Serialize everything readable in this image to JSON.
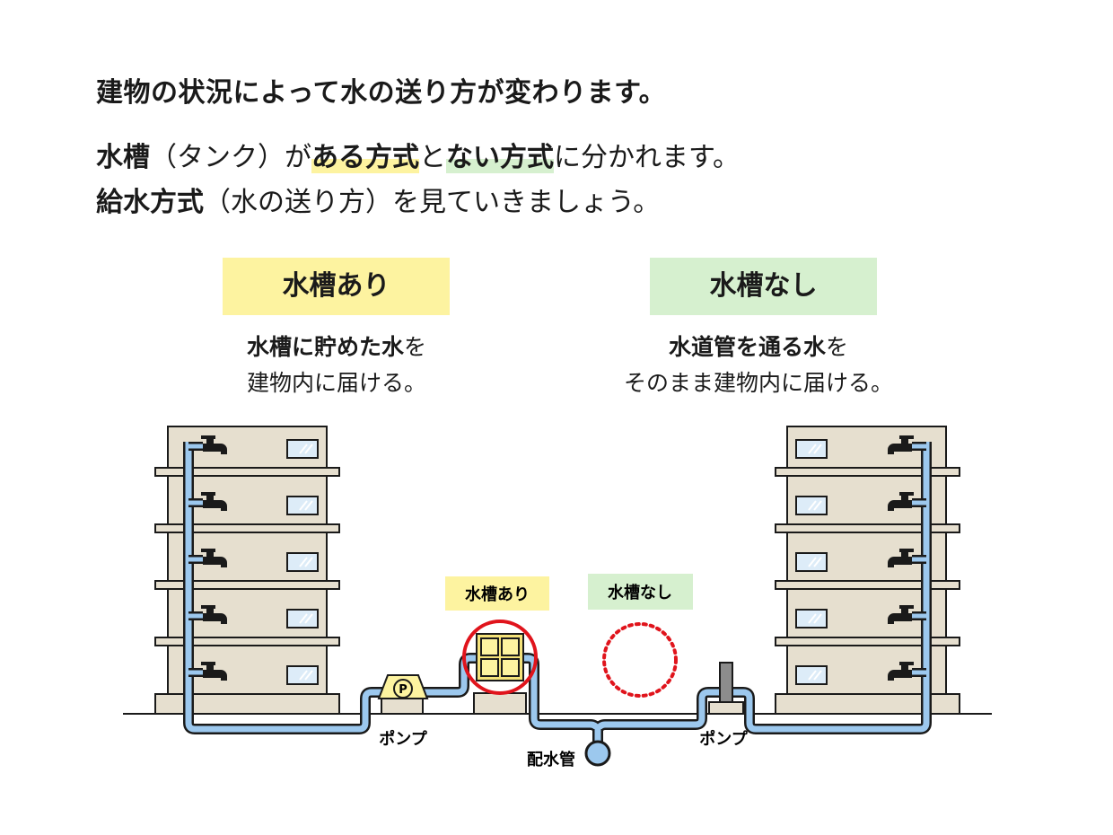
{
  "heading": "建物の状況によって水の送り方が変わります。",
  "intro": {
    "line1": {
      "p1": "水槽",
      "p2": "（タンク）が",
      "p3": "ある方式",
      "p4": "と",
      "p5": "ない方式",
      "p6": "に分かれます。"
    },
    "line2": {
      "p1": "給水方式",
      "p2": "（水の送り方）を見ていきましょう。"
    }
  },
  "with_tank": {
    "label": "水槽あり",
    "desc_bold": "水槽に貯めた水",
    "desc_rest": "を",
    "desc_line2": "建物内に届ける。"
  },
  "without_tank": {
    "label": "水槽なし",
    "desc_bold": "水道管を通る水",
    "desc_rest": "を",
    "desc_line2": "そのまま建物内に届ける。"
  },
  "diagram": {
    "tank_label": "水槽あり",
    "no_tank_label": "水槽なし",
    "pump_left_label": "ポンプ",
    "pump_right_label": "ポンプ",
    "main_pipe_label": "配水管",
    "pump_symbol": "P"
  },
  "colors": {
    "highlight_yellow": "#fdf3a0",
    "highlight_green": "#d6f0cf",
    "pipe_blue": "#9cc8ee",
    "building": "#e6dfcf",
    "marker_red": "#e0141c"
  }
}
